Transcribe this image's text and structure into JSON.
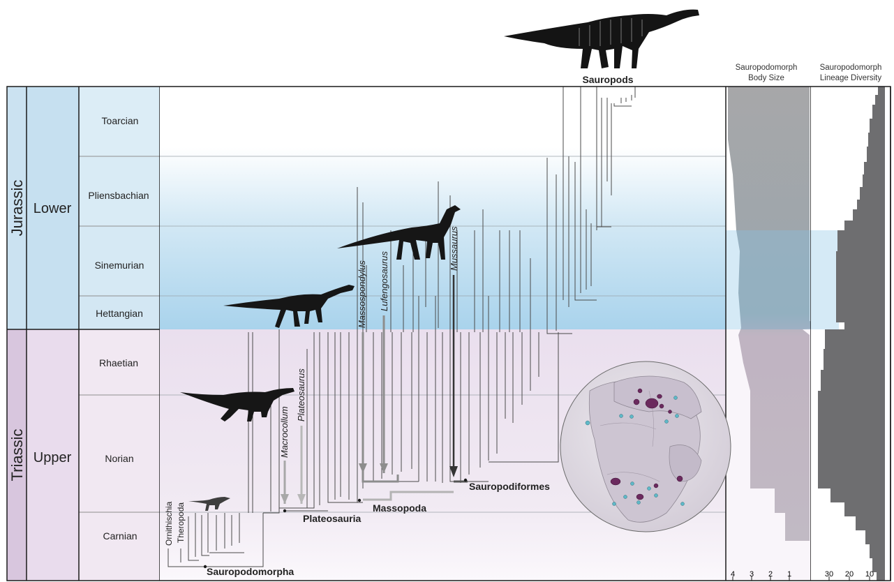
{
  "periods": [
    {
      "name": "Jurassic",
      "color": "#cfe4f1"
    },
    {
      "name": "Triassic",
      "color": "#ddcde3"
    }
  ],
  "epochs": [
    {
      "name": "Lower",
      "period": "Jurassic"
    },
    {
      "name": "Upper",
      "period": "Triassic"
    }
  ],
  "stages": [
    "Toarcian",
    "Pliensbachian",
    "Sinemurian",
    "Hettangian",
    "Rhaetian",
    "Norian",
    "Carnian"
  ],
  "outgroups": [
    "Ornithischia",
    "Theropoda"
  ],
  "clades": {
    "sauropodomorpha": "Sauropodomorpha",
    "plateosauria": "Plateosauria",
    "massopoda": "Massopoda",
    "sauropodiformes": "Sauropodiformes",
    "sauropods": "Sauropods"
  },
  "highlighted_taxa": [
    "Macrocollum",
    "Plateosaurus",
    "Massospondylus",
    "Lufengosaurus",
    "Mussaurus"
  ],
  "panels": {
    "body_size": {
      "title_line1": "Sauropodomorph",
      "title_line2": "Body Size",
      "ticks": [
        "4",
        "3",
        "2",
        "1"
      ]
    },
    "lineage_diversity": {
      "title_line1": "Sauropodomorph",
      "title_line2": "Lineage Diversity",
      "ticks": [
        "30",
        "20",
        "10"
      ]
    }
  },
  "colors": {
    "jurassic_band": "#bcdcef",
    "triassic_band": "#ece2ef",
    "globe_purple": "#6b2a5e",
    "globe_teal": "#5fb9c8",
    "body_size_fill": "#a0a0a4",
    "diversity_fill": "#6d6d6f"
  }
}
